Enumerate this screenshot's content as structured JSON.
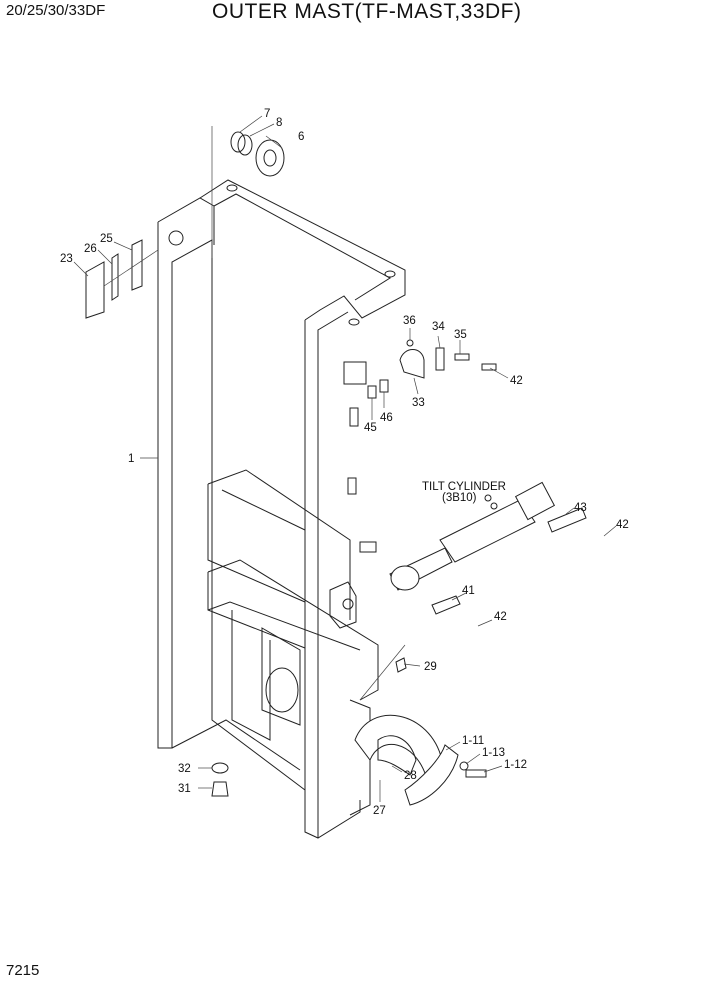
{
  "header": {
    "model": "20/25/30/33DF",
    "title": "OUTER MAST(TF-MAST,33DF)"
  },
  "footer": {
    "page": "7215"
  },
  "cylinder_note": {
    "line1": "TILT CYLINDER",
    "line2": "(3B10)"
  },
  "callouts": [
    {
      "id": "c7",
      "label": "7"
    },
    {
      "id": "c8",
      "label": "8"
    },
    {
      "id": "c6",
      "label": "6"
    },
    {
      "id": "c25",
      "label": "25"
    },
    {
      "id": "c26",
      "label": "26"
    },
    {
      "id": "c23",
      "label": "23"
    },
    {
      "id": "c36",
      "label": "36"
    },
    {
      "id": "c34",
      "label": "34"
    },
    {
      "id": "c35",
      "label": "35"
    },
    {
      "id": "c42a",
      "label": "42"
    },
    {
      "id": "c33",
      "label": "33"
    },
    {
      "id": "c46",
      "label": "46"
    },
    {
      "id": "c45",
      "label": "45"
    },
    {
      "id": "c1",
      "label": "1"
    },
    {
      "id": "c43",
      "label": "43"
    },
    {
      "id": "c42b",
      "label": "42"
    },
    {
      "id": "c41",
      "label": "41"
    },
    {
      "id": "c42c",
      "label": "42"
    },
    {
      "id": "c29",
      "label": "29"
    },
    {
      "id": "c1-11",
      "label": "1-11"
    },
    {
      "id": "c1-13",
      "label": "1-13"
    },
    {
      "id": "c1-12",
      "label": "1-12"
    },
    {
      "id": "c32",
      "label": "32"
    },
    {
      "id": "c28",
      "label": "28"
    },
    {
      "id": "c31",
      "label": "31"
    },
    {
      "id": "c27",
      "label": "27"
    }
  ]
}
